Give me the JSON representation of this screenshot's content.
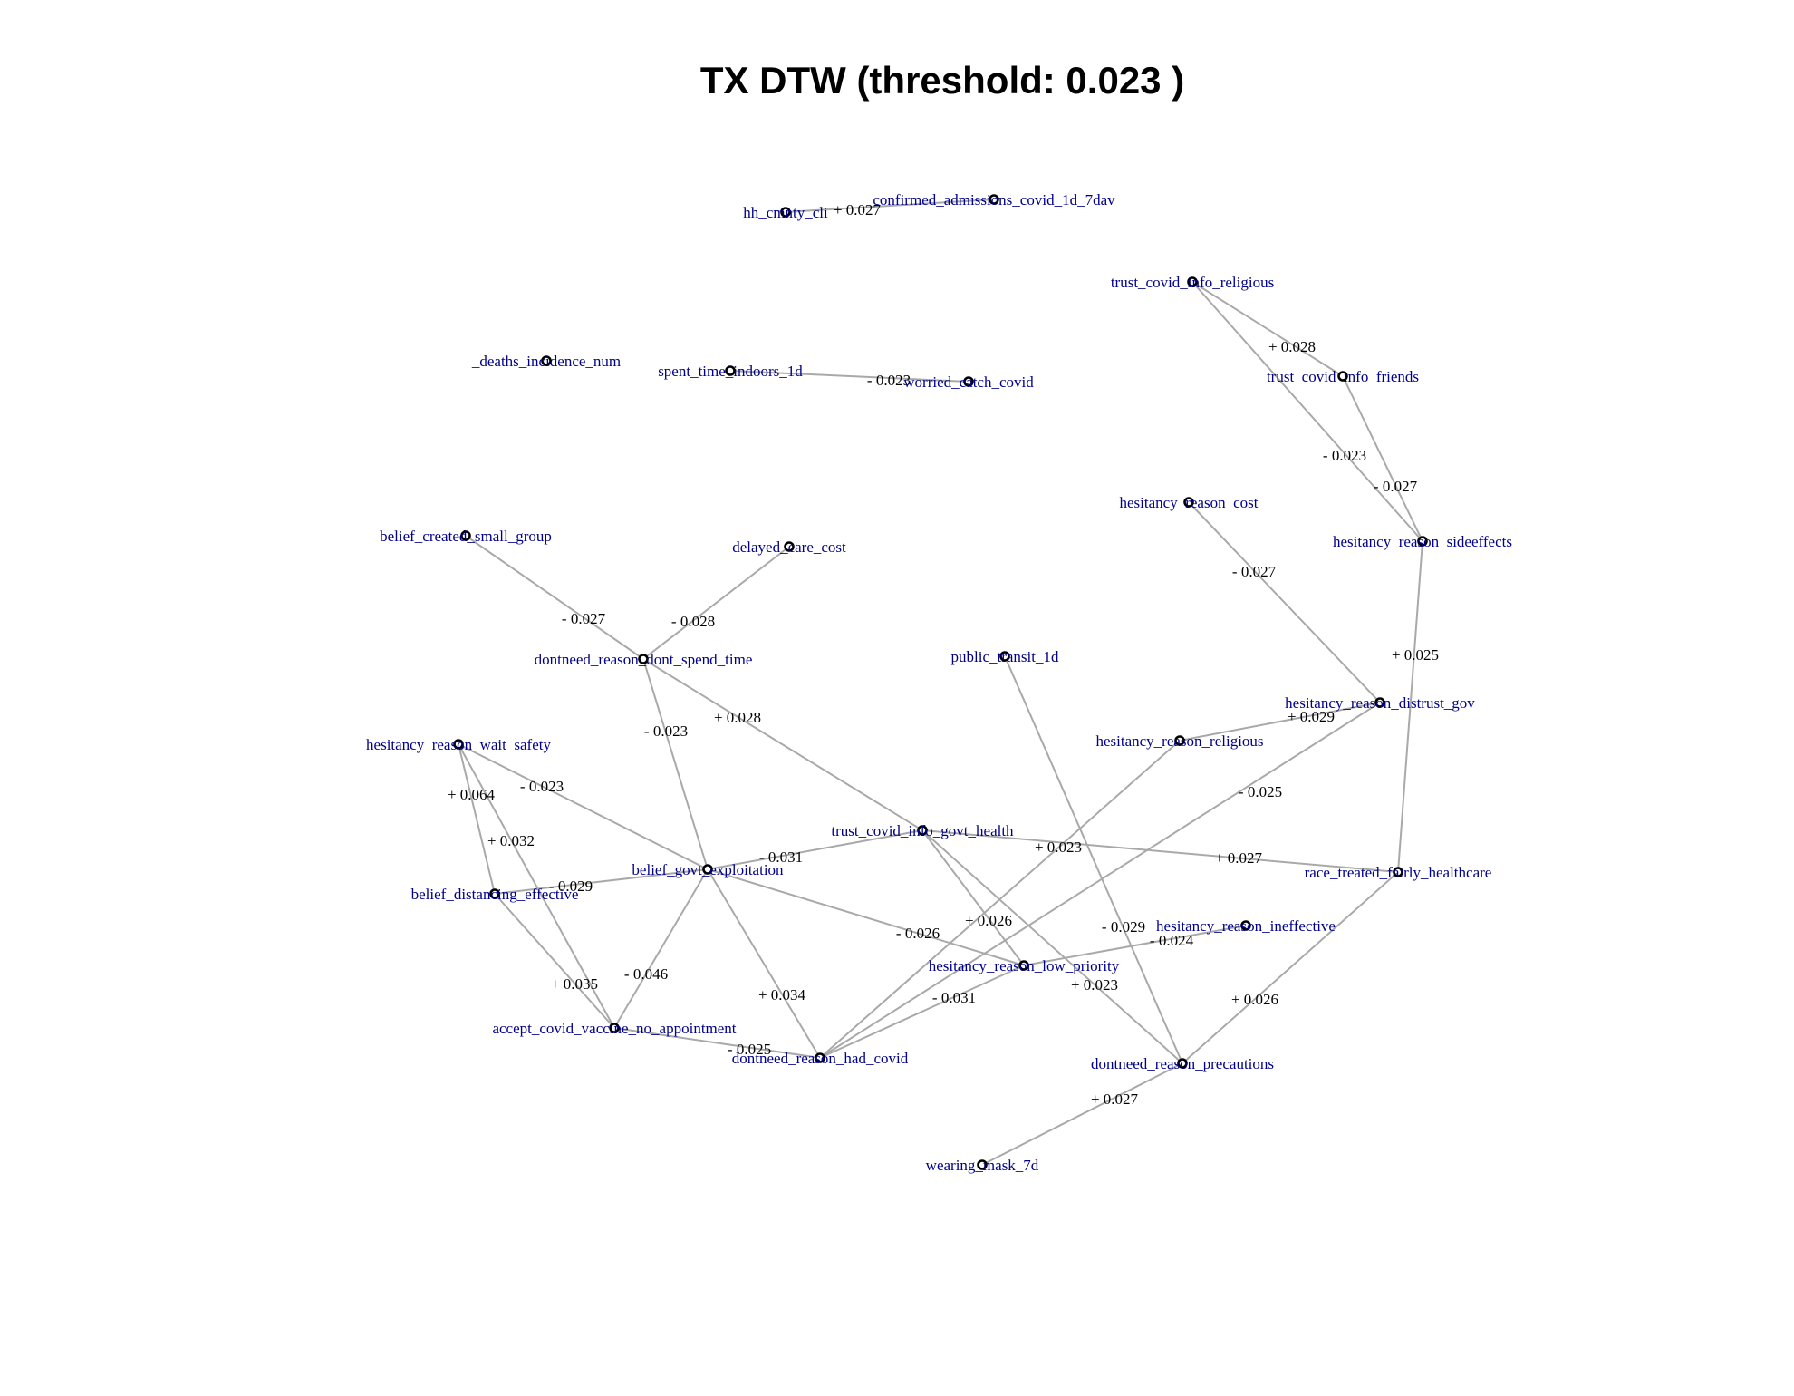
{
  "title": "TX DTW (threshold: 0.023 )",
  "colors": {
    "edge": "#a9a9a9",
    "node_label": "#00008b",
    "edge_label": "#000000"
  },
  "nodes": [
    {
      "id": "hh_cmnty_cli",
      "label": "hh_cmnty_cli"
    },
    {
      "id": "confirmed_admissions_covid_1d_7dav",
      "label": "confirmed_admissions_covid_1d_7dav"
    },
    {
      "id": "trust_covid_info_religious",
      "label": "trust_covid_info_religious"
    },
    {
      "id": "deaths_incidence_num",
      "label": "_deaths_incidence_num"
    },
    {
      "id": "spent_time_indoors_1d",
      "label": "spent_time_indoors_1d"
    },
    {
      "id": "worried_catch_covid",
      "label": "worried_catch_covid"
    },
    {
      "id": "trust_covid_info_friends",
      "label": "trust_covid_info_friends"
    },
    {
      "id": "hesitancy_reason_cost",
      "label": "hesitancy_reason_cost"
    },
    {
      "id": "hesitancy_reason_sideeffects",
      "label": "hesitancy_reason_sideeffects"
    },
    {
      "id": "belief_created_small_group",
      "label": "belief_created_small_group"
    },
    {
      "id": "delayed_care_cost",
      "label": "delayed_care_cost"
    },
    {
      "id": "dontneed_reason_dont_spend_time",
      "label": "dontneed_reason_dont_spend_time"
    },
    {
      "id": "public_transit_1d",
      "label": "public_transit_1d"
    },
    {
      "id": "hesitancy_reason_distrust_gov",
      "label": "hesitancy_reason_distrust_gov"
    },
    {
      "id": "hesitancy_reason_wait_safety",
      "label": "hesitancy_reason_wait_safety"
    },
    {
      "id": "hesitancy_reason_religious",
      "label": "hesitancy_reason_religious"
    },
    {
      "id": "trust_covid_info_govt_health",
      "label": "trust_covid_info_govt_health"
    },
    {
      "id": "belief_govt_exploitation",
      "label": "belief_govt_exploitation"
    },
    {
      "id": "race_treated_fairly_healthcare",
      "label": "race_treated_fairly_healthcare"
    },
    {
      "id": "belief_distancing_effective",
      "label": "belief_distancing_effective"
    },
    {
      "id": "hesitancy_reason_ineffective",
      "label": "hesitancy_reason_ineffective"
    },
    {
      "id": "hesitancy_reason_low_priority",
      "label": "hesitancy_reason_low_priority"
    },
    {
      "id": "accept_covid_vaccine_no_appointment",
      "label": "accept_covid_vaccine_no_appointment"
    },
    {
      "id": "dontneed_reason_had_covid",
      "label": "dontneed_reason_had_covid"
    },
    {
      "id": "dontneed_reason_precautions",
      "label": "dontneed_reason_precautions"
    },
    {
      "id": "wearing_mask_7d",
      "label": "wearing_mask_7d"
    }
  ],
  "edges": [
    {
      "source": "hh_cmnty_cli",
      "target": "confirmed_admissions_covid_1d_7dav",
      "label": "+ 0.027"
    },
    {
      "source": "spent_time_indoors_1d",
      "target": "worried_catch_covid",
      "label": "- 0.023"
    },
    {
      "source": "trust_covid_info_religious",
      "target": "trust_covid_info_friends",
      "label": "+ 0.028"
    },
    {
      "source": "trust_covid_info_religious",
      "target": "hesitancy_reason_sideeffects",
      "label": "- 0.023"
    },
    {
      "source": "trust_covid_info_friends",
      "target": "hesitancy_reason_sideeffects",
      "label": "- 0.027"
    },
    {
      "source": "hesitancy_reason_cost",
      "target": "hesitancy_reason_distrust_gov",
      "label": "- 0.027"
    },
    {
      "source": "hesitancy_reason_sideeffects",
      "target": "race_treated_fairly_healthcare",
      "label": "+ 0.025"
    },
    {
      "source": "belief_created_small_group",
      "target": "dontneed_reason_dont_spend_time",
      "label": "- 0.027"
    },
    {
      "source": "delayed_care_cost",
      "target": "dontneed_reason_dont_spend_time",
      "label": "- 0.028"
    },
    {
      "source": "dontneed_reason_dont_spend_time",
      "target": "belief_govt_exploitation",
      "label": "- 0.023"
    },
    {
      "source": "dontneed_reason_dont_spend_time",
      "target": "trust_covid_info_govt_health",
      "label": "+ 0.028"
    },
    {
      "source": "hesitancy_reason_religious",
      "target": "hesitancy_reason_distrust_gov",
      "label": "+ 0.029"
    },
    {
      "source": "hesitancy_reason_distrust_gov",
      "target": "dontneed_reason_had_covid",
      "label": "- 0.025"
    },
    {
      "source": "hesitancy_reason_religious",
      "target": "dontneed_reason_had_covid",
      "label": "+ 0.026"
    },
    {
      "source": "public_transit_1d",
      "target": "dontneed_reason_precautions",
      "label": "- 0.029"
    },
    {
      "source": "hesitancy_reason_wait_safety",
      "target": "belief_distancing_effective",
      "label": "+ 0.064"
    },
    {
      "source": "hesitancy_reason_wait_safety",
      "target": "accept_covid_vaccine_no_appointment",
      "label": "+ 0.032"
    },
    {
      "source": "hesitancy_reason_wait_safety",
      "target": "belief_govt_exploitation",
      "label": "- 0.023"
    },
    {
      "source": "belief_govt_exploitation",
      "target": "trust_covid_info_govt_health",
      "label": "- 0.031"
    },
    {
      "source": "belief_distancing_effective",
      "target": "belief_govt_exploitation",
      "label": "- 0.029"
    },
    {
      "source": "trust_covid_info_govt_health",
      "target": "race_treated_fairly_healthcare",
      "label": "+ 0.027"
    },
    {
      "source": "trust_covid_info_govt_health",
      "target": "hesitancy_reason_low_priority",
      "label": "+ 0.023"
    },
    {
      "source": "trust_covid_info_govt_health",
      "target": "dontneed_reason_precautions",
      "label": "+ 0.023"
    },
    {
      "source": "belief_govt_exploitation",
      "target": "hesitancy_reason_low_priority",
      "label": "- 0.026"
    },
    {
      "source": "belief_govt_exploitation",
      "target": "accept_covid_vaccine_no_appointment",
      "label": "- 0.046"
    },
    {
      "source": "belief_govt_exploitation",
      "target": "dontneed_reason_had_covid",
      "label": "+ 0.034"
    },
    {
      "source": "belief_distancing_effective",
      "target": "accept_covid_vaccine_no_appointment",
      "label": "+ 0.035"
    },
    {
      "source": "hesitancy_reason_ineffective",
      "target": "hesitancy_reason_low_priority",
      "label": "- 0.024"
    },
    {
      "source": "hesitancy_reason_low_priority",
      "target": "dontneed_reason_had_covid",
      "label": "- 0.031"
    },
    {
      "source": "accept_covid_vaccine_no_appointment",
      "target": "dontneed_reason_had_covid",
      "label": "- 0.025"
    },
    {
      "source": "race_treated_fairly_healthcare",
      "target": "dontneed_reason_precautions",
      "label": "+ 0.026"
    },
    {
      "source": "dontneed_reason_precautions",
      "target": "wearing_mask_7d",
      "label": "+ 0.027"
    }
  ]
}
